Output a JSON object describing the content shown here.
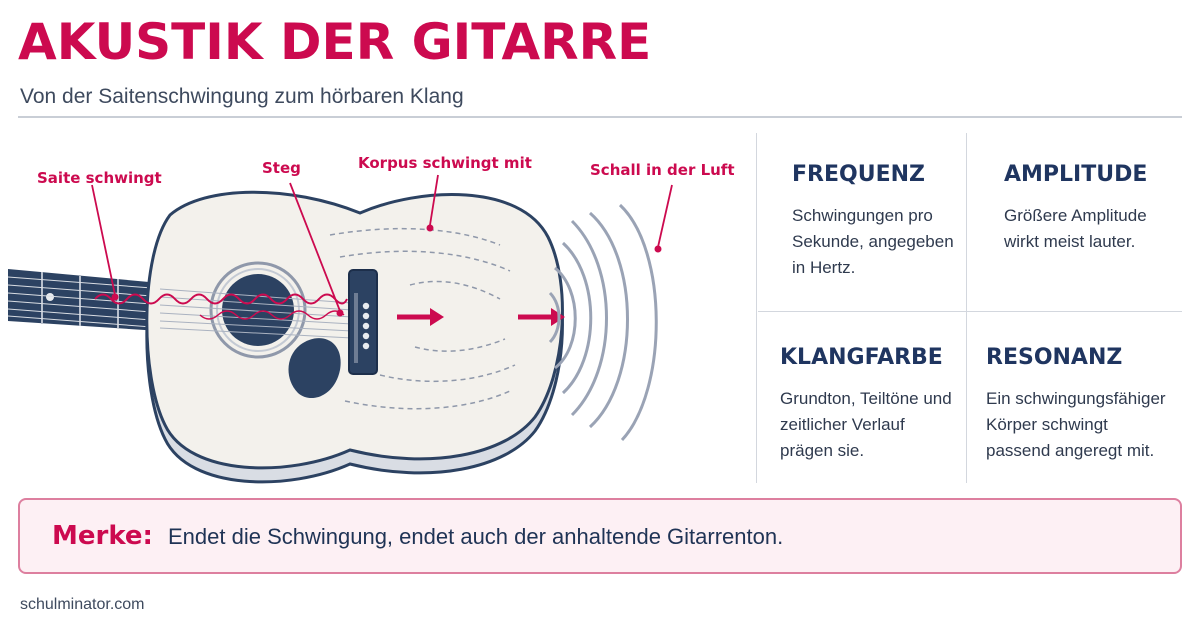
{
  "header": {
    "title": "AKUSTIK DER GITARRE",
    "subtitle": "Von der Saitenschwingung zum hörbaren Klang"
  },
  "diagram": {
    "labels": {
      "string": "Saite schwingt",
      "bridge": "Steg",
      "body": "Korpus schwingt mit",
      "air": "Schall in der Luft"
    },
    "colors": {
      "accent": "#cc0a4f",
      "navy": "#2c4262",
      "body_fill": "#f3f1ec",
      "wave": "#9aa3b5"
    }
  },
  "concepts": [
    {
      "title": "FREQUENZ",
      "text": "Schwingungen pro Sekunde, angegeben in Hertz."
    },
    {
      "title": "AMPLITUDE",
      "text": "Größere Amplitude wirkt meist lauter."
    },
    {
      "title": "KLANGFARBE",
      "text": "Grundton, Teiltöne und zeitlicher Verlauf prägen sie."
    },
    {
      "title": "RESONANZ",
      "text": "Ein schwingungsfähiger Körper schwingt passend angeregt mit."
    }
  ],
  "note": {
    "label": "Merke:",
    "text": "Endet die Schwingung, endet auch der anhaltende Gitarrenton."
  },
  "footer": {
    "source": "schulminator.com"
  }
}
